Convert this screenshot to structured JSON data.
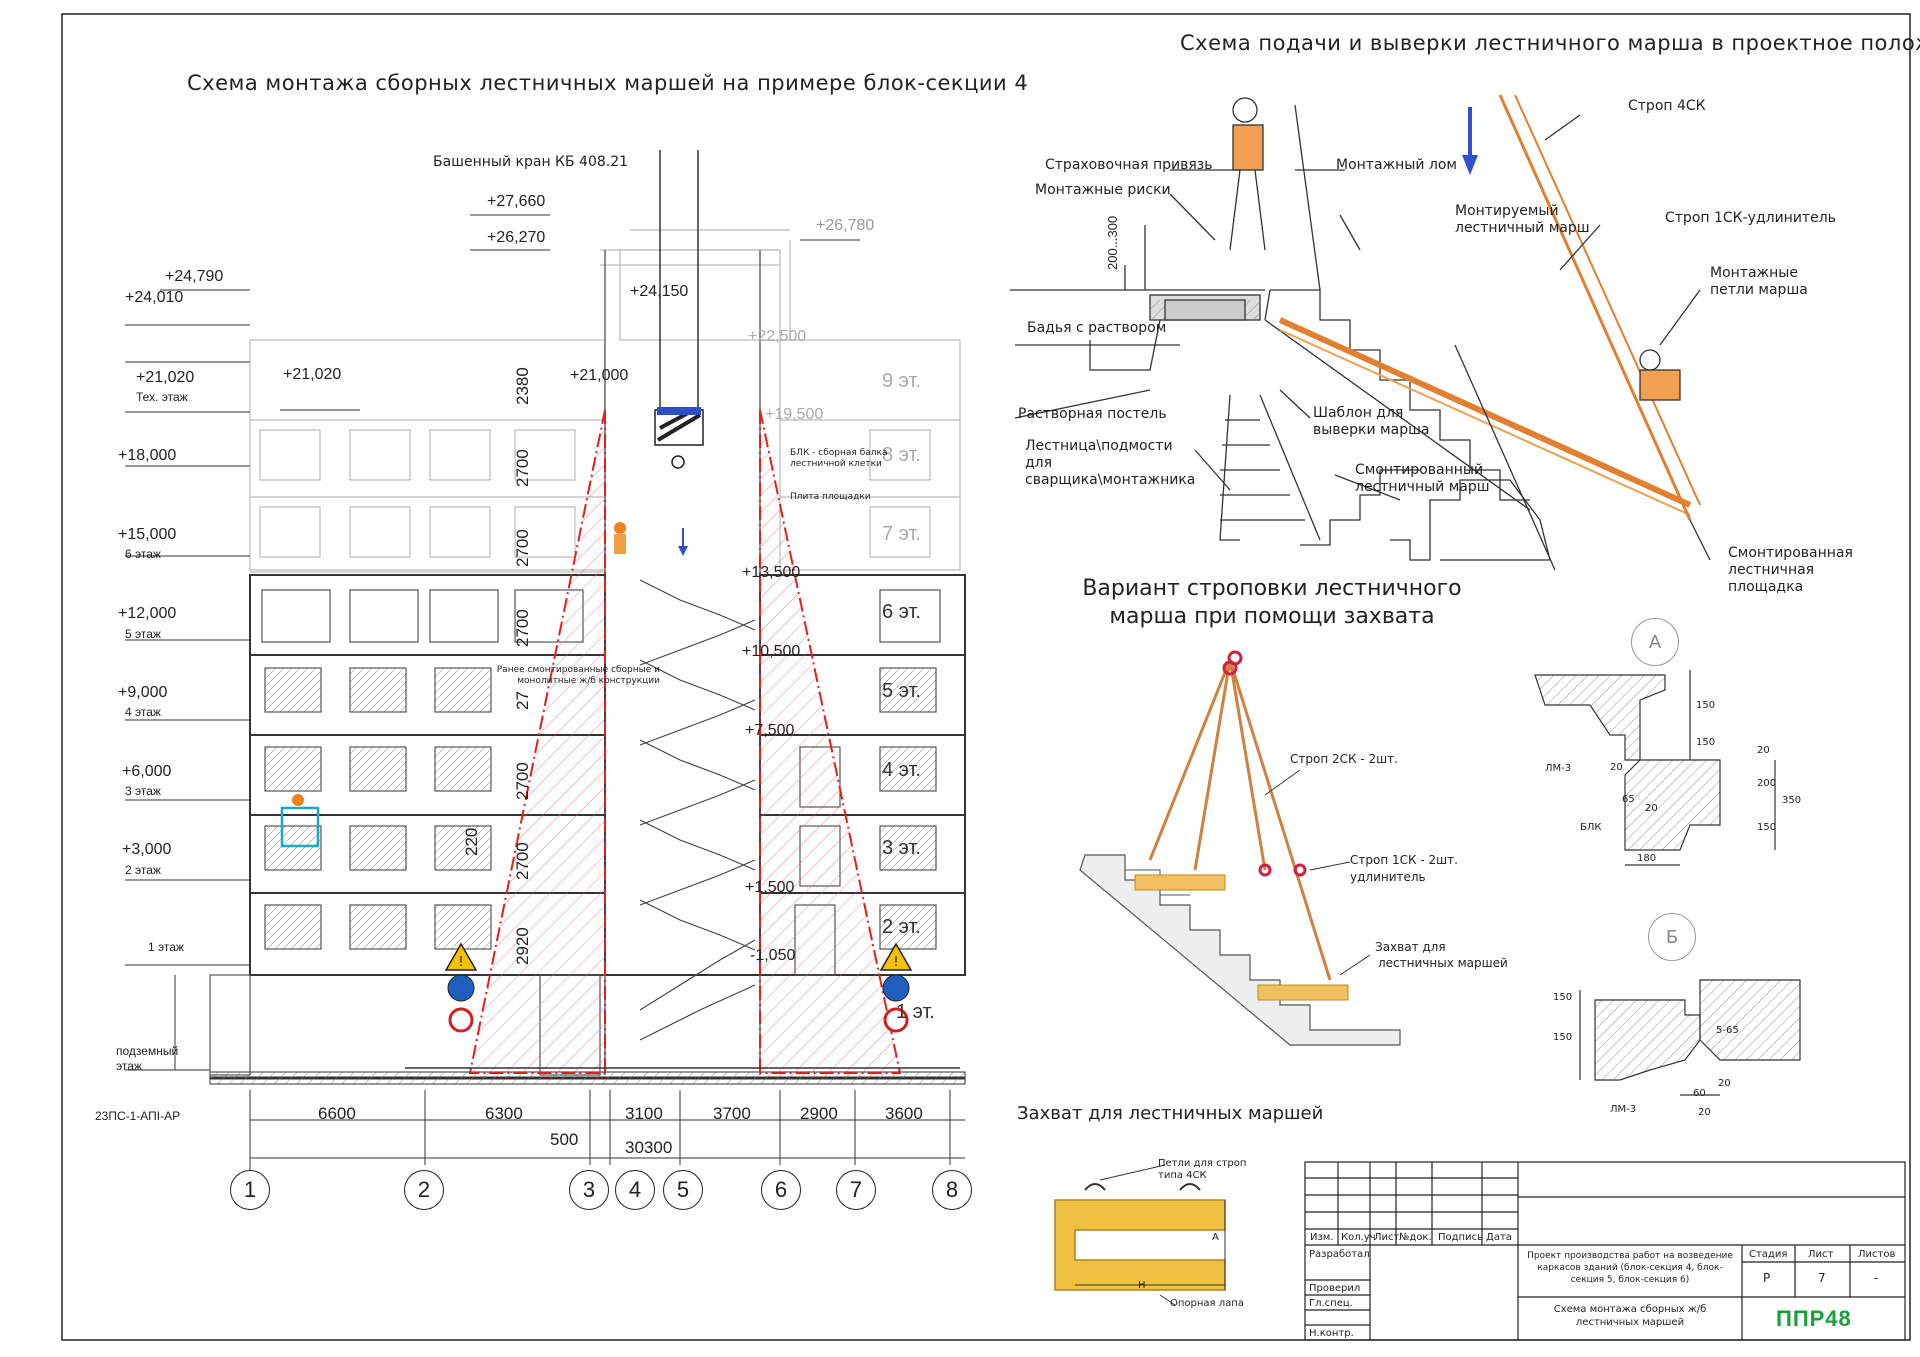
{
  "left_title": "Схема монтажа сборных лестничных маршей на примере блок-секции 4",
  "right_title": "Схема подачи и выверки лестничного марша в проектное положение",
  "crane_label": "Башенный кран КБ 408.21",
  "elevations": {
    "e27660": "+27,660",
    "e26270": "+26,270",
    "e26780": "+26,780",
    "e24790": "+24,790",
    "e24010": "+24,010",
    "e24150": "+24,150",
    "e22500": "+22,500",
    "e21020a": "+21,020",
    "e21020b": "+21,020",
    "tech": "Тех. этаж",
    "e21000": "+21,000",
    "e19500": "+19,500",
    "e18000": "+18,000",
    "e15000": "+15,000",
    "f6": "6 этаж",
    "e13500": "+13,500",
    "e12000": "+12,000",
    "f5": "5 этаж",
    "e10500": "+10,500",
    "e9000": "+9,000",
    "f4": "4 этаж",
    "e7500": "+7,500",
    "e6000": "+6,000",
    "f3": "3 этаж",
    "e3000": "+3,000",
    "f2": "2 этаж",
    "e1500": "+1,500",
    "f1": "1 этаж",
    "em1050": "-1,050",
    "basement": "подземный этаж",
    "drawing_code": "23ПС-1-АПI-АР"
  },
  "floor_marks": [
    "9 эт.",
    "8 эт.",
    "7 эт.",
    "6 эт.",
    "5 эт.",
    "4 эт.",
    "3 эт.",
    "2 эт.",
    "1 эт."
  ],
  "heights": [
    "2380",
    "2700",
    "2700",
    "2700",
    "27",
    "2700",
    "2700",
    "2920",
    "220"
  ],
  "dims": [
    "6600",
    "6300",
    "3100",
    "3700",
    "2900",
    "3600",
    "500",
    "30300"
  ],
  "axes": [
    "1",
    "2",
    "3",
    "4",
    "5",
    "6",
    "7",
    "8"
  ],
  "stair_notes": {
    "blk": "БЛК - сборная балка лестничной клетки",
    "plate": "Плита площадки",
    "earlier": "Ранее смонтированные сборные и монолитные ж/б конструкции"
  },
  "right_labels": {
    "harness": "Страховочная привязь",
    "marks": "Монтажные риски",
    "lom": "Монтажный лом",
    "strop4": "Строп 4СК",
    "mounted": "Монтируемый лестничный марш",
    "strop1": "Строп 1СК-удлинитель",
    "loops": "Монтажные петли марша",
    "bucket": "Бадья с раствором",
    "bed": "Растворная постель",
    "template": "Шаблон для выверки марша",
    "ladder": "Лестница\\подмости для сварщика\\монтажника",
    "done_flight": "Смонтированный лестничный марш",
    "done_landing": "Смонтированная лестничная площадка",
    "range": "200...300"
  },
  "sling_title": "Вариант строповки лестничного марша при помощи захвата",
  "sling_labels": {
    "s2": "Строп 2СК - 2шт.",
    "s1a": "Строп 1СК - 2шт.",
    "s1b": "удлинитель",
    "grip_a": "Захват для",
    "grip_b": "лестничных маршей"
  },
  "grip_title": "Захват для лестничных маршей",
  "grip_labels": {
    "loops": "Петли для строп типа 4СК",
    "foot": "Опорная лапа",
    "h": "Н",
    "a": "А"
  },
  "details": {
    "refA": "А",
    "refB": "Б",
    "lm3a": "ЛМ-3",
    "blk": "БЛК",
    "lm3b": "ЛМ-3",
    "dA": [
      "150",
      "150",
      "20",
      "20",
      "200",
      "350",
      "150",
      "65",
      "20",
      "180"
    ],
    "dB": [
      "150",
      "150",
      "5-65",
      "60",
      "20",
      "20"
    ]
  },
  "title_block": {
    "headers": [
      "Изм.",
      "Кол.уч",
      "Лист",
      "№док.",
      "Подпись",
      "Дата"
    ],
    "roles": [
      "Разработал",
      "Проверил",
      "Гл.спец.",
      "Н.контр."
    ],
    "project": "Проект производства работ на возведение каркасов зданий (блок-секция 4, блок-секция 5, блок-секция 6)",
    "sheet_name": "Схема монтажа сборных ж/б лестничных маршей",
    "stage_h": "Стадия",
    "sheet_h": "Лист",
    "sheets_h": "Листов",
    "stage": "Р",
    "sheet": "7",
    "sheets": "-",
    "logo": "ППР48"
  }
}
